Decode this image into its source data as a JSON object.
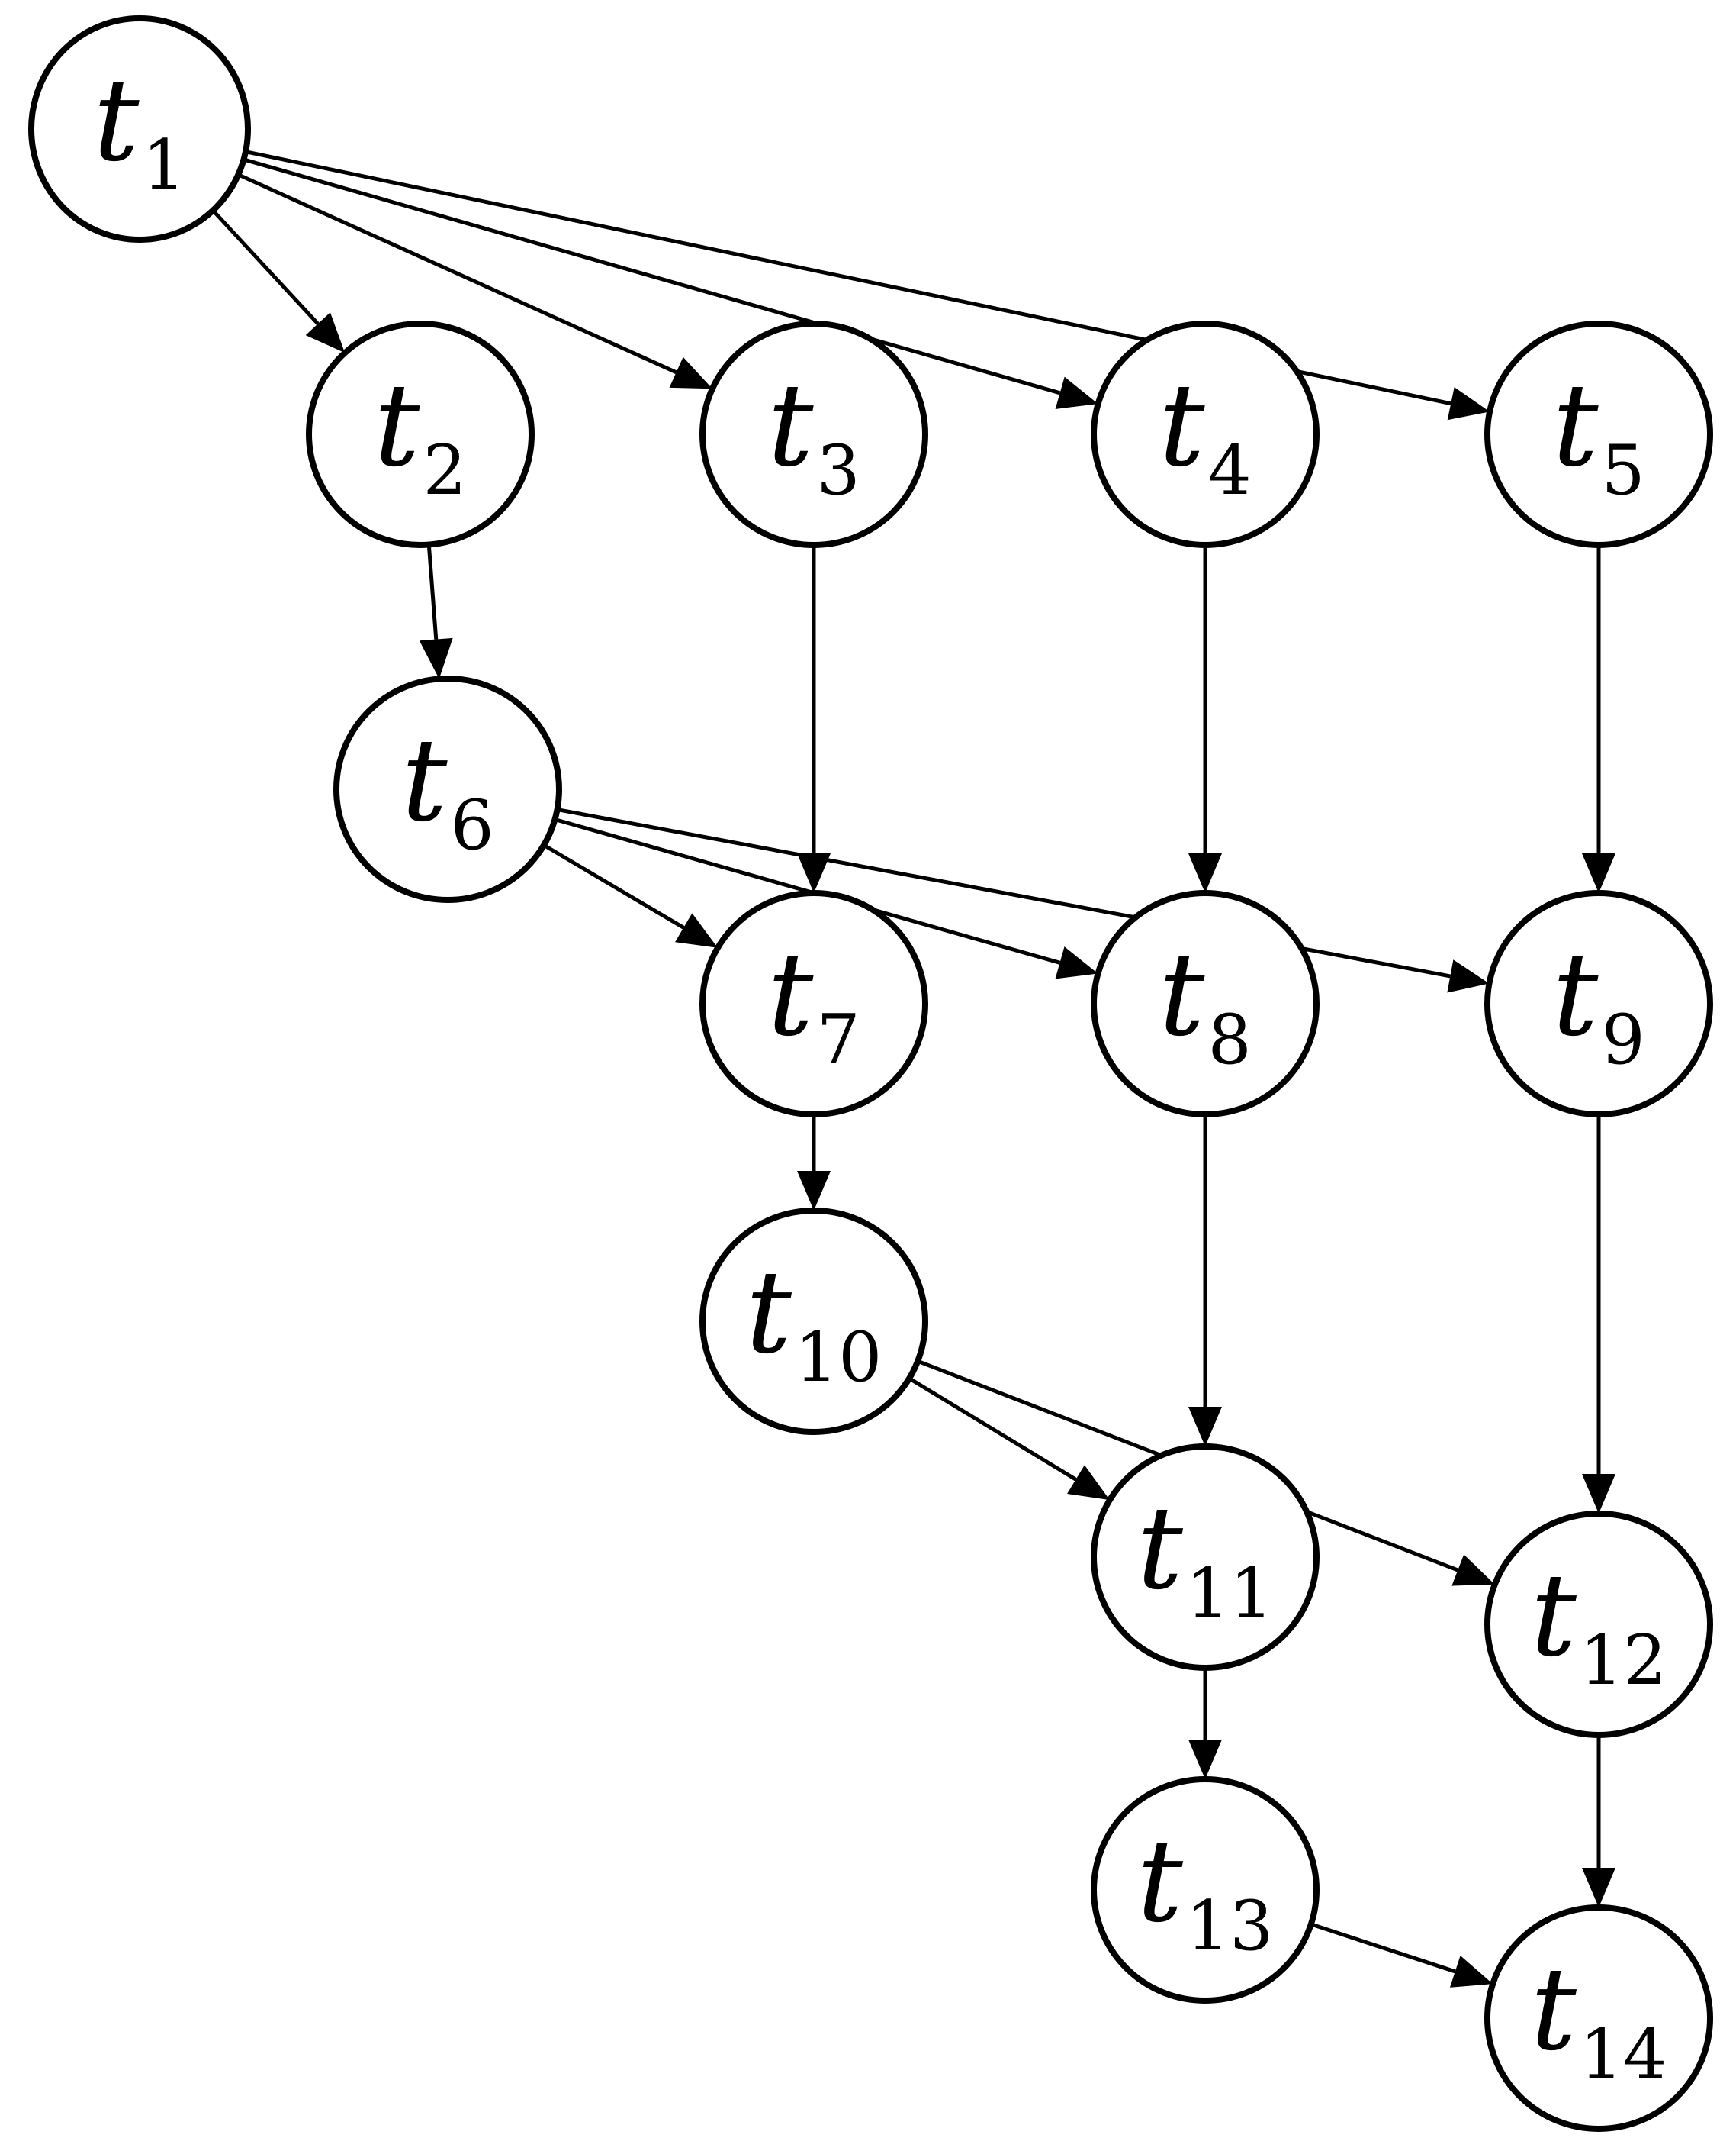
{
  "nodes": [
    {
      "id": "t1",
      "letter": "t",
      "index": "1"
    },
    {
      "id": "t2",
      "letter": "t",
      "index": "2"
    },
    {
      "id": "t3",
      "letter": "t",
      "index": "3"
    },
    {
      "id": "t4",
      "letter": "t",
      "index": "4"
    },
    {
      "id": "t5",
      "letter": "t",
      "index": "5"
    },
    {
      "id": "t6",
      "letter": "t",
      "index": "6"
    },
    {
      "id": "t7",
      "letter": "t",
      "index": "7"
    },
    {
      "id": "t8",
      "letter": "t",
      "index": "8"
    },
    {
      "id": "t9",
      "letter": "t",
      "index": "9"
    },
    {
      "id": "t10",
      "letter": "t",
      "index": "10"
    },
    {
      "id": "t11",
      "letter": "t",
      "index": "11"
    },
    {
      "id": "t12",
      "letter": "t",
      "index": "12"
    },
    {
      "id": "t13",
      "letter": "t",
      "index": "13"
    },
    {
      "id": "t14",
      "letter": "t",
      "index": "14"
    }
  ],
  "edges": [
    {
      "from": "t1",
      "to": "t2"
    },
    {
      "from": "t1",
      "to": "t3"
    },
    {
      "from": "t1",
      "to": "t4"
    },
    {
      "from": "t1",
      "to": "t5"
    },
    {
      "from": "t2",
      "to": "t6"
    },
    {
      "from": "t3",
      "to": "t7"
    },
    {
      "from": "t4",
      "to": "t8"
    },
    {
      "from": "t5",
      "to": "t9"
    },
    {
      "from": "t6",
      "to": "t7"
    },
    {
      "from": "t6",
      "to": "t8"
    },
    {
      "from": "t6",
      "to": "t9"
    },
    {
      "from": "t7",
      "to": "t10"
    },
    {
      "from": "t8",
      "to": "t11"
    },
    {
      "from": "t9",
      "to": "t12"
    },
    {
      "from": "t10",
      "to": "t11"
    },
    {
      "from": "t10",
      "to": "t12"
    },
    {
      "from": "t11",
      "to": "t13"
    },
    {
      "from": "t12",
      "to": "t14"
    },
    {
      "from": "t13",
      "to": "t14"
    }
  ]
}
